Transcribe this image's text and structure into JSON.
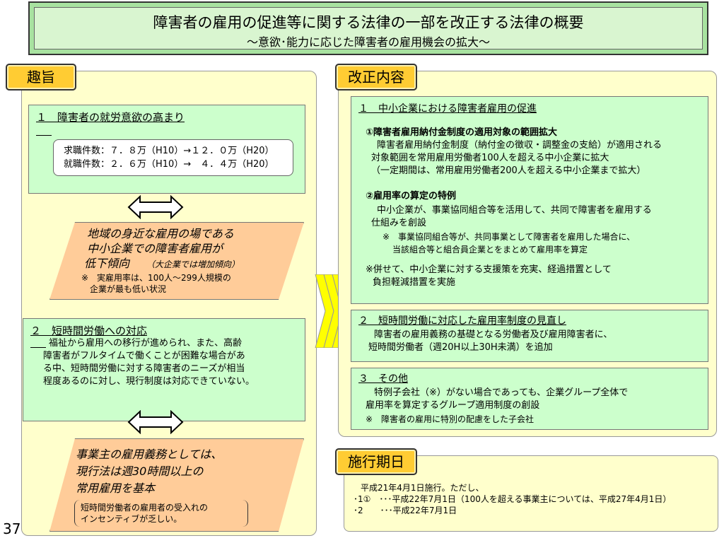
{
  "title": {
    "main": "障害者の雇用の促進等に関する法律の一部を改正する法律の概要",
    "sub": "～意欲･能力に応じた障害者の雇用機会の拡大～"
  },
  "shushi": {
    "tab": "趣旨",
    "section1": {
      "title": "１　障害者の就労意欲の高まり",
      "stats": [
        "求職件数：７．８万（H10）→１２．０万（H20）",
        "就職件数：２．６万（H10）→　４．４万（H20）"
      ]
    },
    "orange1": {
      "lines": [
        "地域の身近な雇用の場である",
        "中小企業での障害者雇用が"
      ],
      "line3": "低下傾向",
      "line3_note": "（大企業では増加傾向）",
      "notes": [
        "※　実雇用率は、100人～299人規模の",
        "企業が最も低い状況"
      ]
    },
    "section2": {
      "title": "２　短時間労働への対応",
      "lines": [
        "福祉から雇用への移行が進められ、また、高齢",
        "障害者がフルタイムで働くことが困難な場合があ",
        "る中、短時間労働に対する障害者のニーズが相当",
        "程度あるのに対し、現行制度は対応できていない。"
      ]
    },
    "orange2": {
      "lines": [
        "事業主の雇用義務としては、",
        "現行法は週30時間以上の",
        "常用雇用を基本"
      ],
      "notes": [
        "短時間労働者の雇用者の受入れの",
        "インセンティブが乏しい。"
      ]
    }
  },
  "kaisei": {
    "tab": "改正内容",
    "box1": {
      "title": "１　中小企業における障害者雇用の促進",
      "item1_title": "①障害者雇用納付金制度の適用対象の範囲拡大",
      "item1_lines": [
        "障害者雇用納付金制度（納付金の徴収・調整金の支給）が適用される",
        "対象範囲を常用雇用労働者100人を超える中小企業に拡大",
        "（一定期間は、常用雇用労働者200人を超える中小企業まで拡大）"
      ],
      "item2_title": "②雇用率の算定の特例",
      "item2_lines": [
        "中小企業が、事業協同組合等を活用して、共同で障害者を雇用する",
        "仕組みを創設"
      ],
      "item2_notes": [
        "※　事業協同組合等が、共同事業として障害者を雇用した場合に、",
        "当該組合等と組合員企業とをまとめて雇用率を算定"
      ],
      "extra_lines": [
        "※併せて、中小企業に対する支援策を充実、経過措置として",
        "負担軽減措置を実施"
      ]
    },
    "box2": {
      "title": "２　短時間労働に対応した雇用率制度の見直し",
      "lines": [
        "障害者の雇用義務の基礎となる労働者及び雇用障害者に、",
        "短時間労働者（週20H以上30H未満）を追加"
      ]
    },
    "box3": {
      "title": "３　その他",
      "lines": [
        "特例子会社（※）がない場合であっても、企業グループ全体で",
        "雇用率を算定するグループ適用制度の創設"
      ],
      "note": "※　障害者の雇用に特別の配慮をした子会社"
    }
  },
  "shiko": {
    "tab": "施行期日",
    "lines": [
      "平成21年4月1日施行。ただし、",
      "･1①　･･･平成22年7月1日（100人を超える事業主については、平成27年4月1日）",
      "･2　　･･･平成22年7月1日"
    ]
  },
  "page_number": "37",
  "colors": {
    "title_bg": "#d9f5d0",
    "tab_bg": "#ffcc33",
    "panel_bg": "#ffffcc",
    "green_box": "#ccffcc",
    "orange_box": "#ffcc99",
    "arrow_yellow": "#ffff00"
  }
}
